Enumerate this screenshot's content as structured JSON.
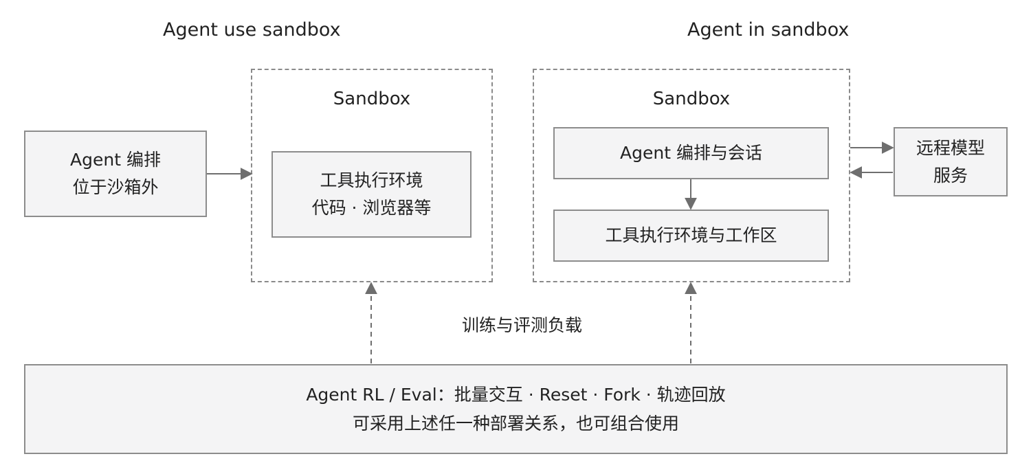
{
  "left_panel": {
    "title": "Agent use sandbox",
    "sandbox_label": "Sandbox",
    "outside_agent": {
      "line1": "Agent 编排",
      "line2": "位于沙箱外"
    },
    "tool_env": {
      "line1": "工具执行环境",
      "line2": "代码 · 浏览器等"
    }
  },
  "right_panel": {
    "title": "Agent in sandbox",
    "sandbox_label": "Sandbox",
    "agent_session": "Agent 编排与会话",
    "tool_workspace": "工具执行环境与工作区",
    "remote_model": {
      "line1": "远程模型",
      "line2": "服务"
    }
  },
  "workload_label": "训练与评测负载",
  "bottom_box": {
    "line1": "Agent RL / Eval：批量交互 · Reset · Fork · 轨迹回放",
    "line2": "可采用上述任一种部署关系，也可组合使用"
  },
  "colors": {
    "box_fill": "#f4f4f5",
    "box_border": "#8c8c8c",
    "dashed_border": "#8a8a8a",
    "arrow": "#6e6e6e",
    "text": "#222222"
  }
}
